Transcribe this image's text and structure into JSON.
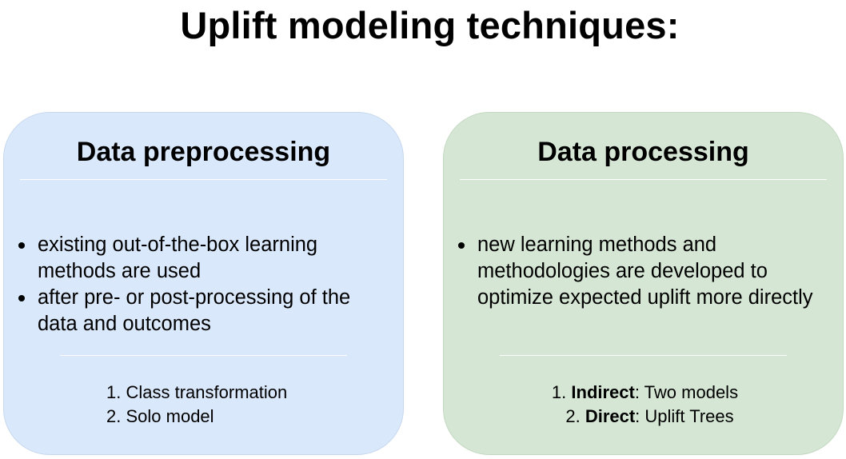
{
  "title": "Uplift modeling techniques:",
  "colors": {
    "left_card": "#dae8fb",
    "right_card": "#d5e7d4",
    "separator": "#ffffff",
    "text": "#000000"
  },
  "left": {
    "heading": "Data preprocessing",
    "bullets": [
      "existing out-of-the-box learning methods are used",
      "after pre- or post-processing of the data and outcomes"
    ],
    "items": [
      {
        "num": "1.",
        "text": "Class transformation"
      },
      {
        "num": "2.",
        "text": "Solo model"
      }
    ]
  },
  "right": {
    "heading": "Data processing",
    "bullets": [
      "new learning methods and methodologies are developed to optimize expected uplift more directly"
    ],
    "items": [
      {
        "num": "1.",
        "bold": "Indirect",
        "rest": ": Two models"
      },
      {
        "num": "2.",
        "bold": "Direct",
        "rest": ": Uplift Trees"
      }
    ]
  }
}
